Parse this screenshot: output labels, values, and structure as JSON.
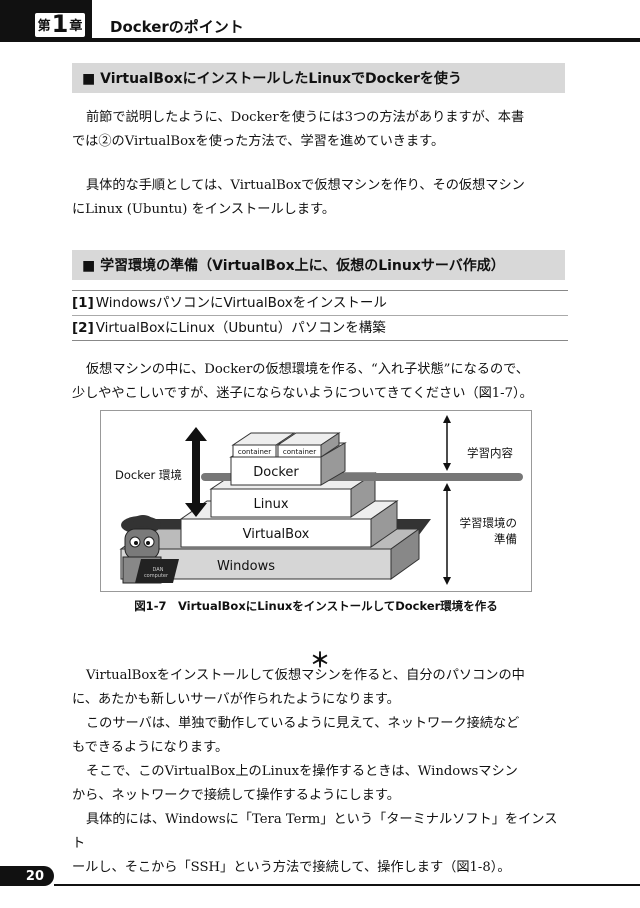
{
  "header": {
    "chapter_prefix": "第",
    "chapter_number": "1",
    "chapter_suffix": "章",
    "title": "Dockerのポイント"
  },
  "section1": {
    "heading": "■ VirtualBoxにインストールしたLinuxでDockerを使う",
    "para1_line1": "前節で説明したように、Dockerを使うには3つの方法がありますが、本書",
    "para1_line2": "では②のVirtualBoxを使った方法で、学習を進めていきます。",
    "para2_line1": "具体的な手順としては、VirtualBoxで仮想マシンを作り、その仮想マシン",
    "para2_line2": "にLinux (Ubuntu) をインストールします。"
  },
  "section2": {
    "heading": "■ 学習環境の準備（VirtualBox上に、仮想のLinuxサーバ作成）",
    "steps": [
      {
        "num": "[1]",
        "text": "WindowsパソコンにVirtualBoxをインストール"
      },
      {
        "num": "[2]",
        "text": "VirtualBoxにLinux（Ubuntu）パソコンを構築"
      }
    ],
    "para_line1": "仮想マシンの中に、Dockerの仮想環境を作る、“入れ子状態”になるので、",
    "para_line2": "少しややこしいですが、迷子にならないようについてきてください（図1-7）。"
  },
  "figure": {
    "layers": {
      "windows": "Windows",
      "virtualbox": "VirtualBox",
      "linux": "Linux",
      "docker": "Docker",
      "container1": "container",
      "container2": "container"
    },
    "label_docker_env": "Docker 環境",
    "label_learning": "学習内容",
    "label_prep_line1": "学習環境の",
    "label_prep_line2": "準備",
    "mascot_text_line1": "DAN",
    "mascot_text_line2": "computer",
    "caption": "図1-7　VirtualBoxにLinuxをインストールしてDocker環境を作る"
  },
  "section3": {
    "asterisk": "＊",
    "lines": [
      "VirtualBoxをインストールして仮想マシンを作ると、自分のパソコンの中",
      "に、あたかも新しいサーバが作られたようになります。",
      "このサーバは、単独で動作しているように見えて、ネットワーク接続など",
      "もできるようになります。",
      "そこで、このVirtualBox上のLinuxを操作するときは、Windowsマシン",
      "から、ネットワークで接続して操作するようにします。",
      "具体的には、Windowsに「Tera Term」という「ターミナルソフト」をインスト",
      "ールし、そこから「SSH」という方法で接続して、操作します（図1-8）。"
    ]
  },
  "page_number": "20"
}
